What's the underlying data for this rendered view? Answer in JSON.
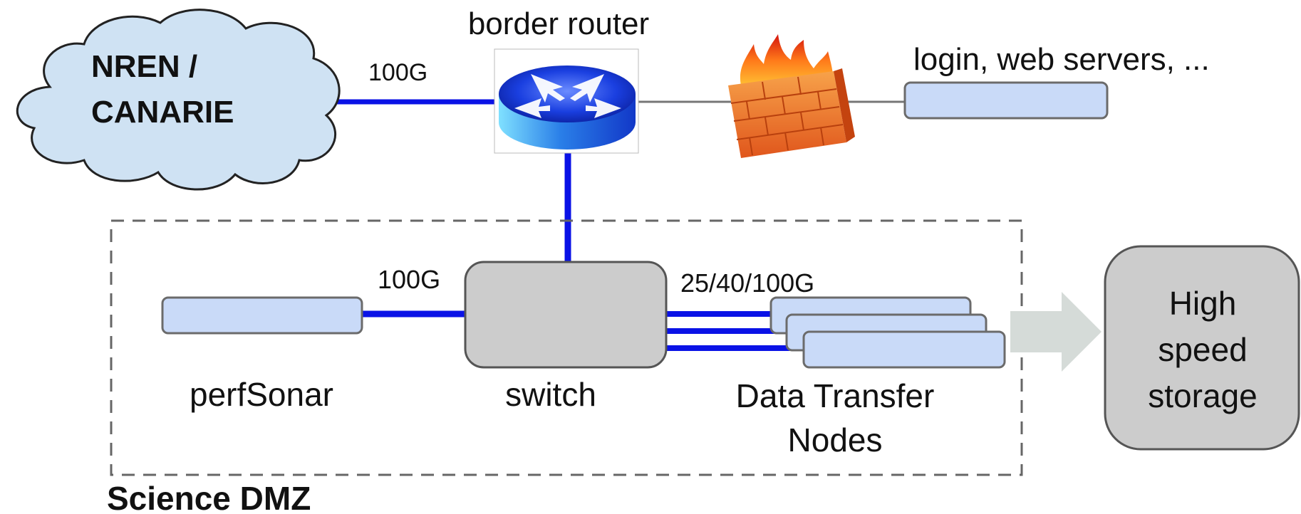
{
  "diagram": {
    "cloud_label_line1": "NREN /",
    "cloud_label_line2": "CANARIE",
    "link_cloud_router_label": "100G",
    "router_label": "border router",
    "servers_label": "login, web servers, ...",
    "link_perfsonar_switch_label": "100G",
    "link_switch_dtn_label": "25/40/100G",
    "perfsonar_label": "perfSonar",
    "switch_label": "switch",
    "dtn_label_line1": "Data Transfer",
    "dtn_label_line2": "Nodes",
    "storage_label_line1": "High",
    "storage_label_line2": "speed",
    "storage_label_line3": "storage",
    "zone_label": "Science DMZ"
  },
  "colors": {
    "link_blue": "#0a12e6",
    "box_fill": "#c9daf8",
    "box_stroke": "#6b6b6b",
    "switch_fill": "#cccccc",
    "arrow_fill": "#d5dbd8",
    "cloud_fill": "#cfe2f3"
  }
}
